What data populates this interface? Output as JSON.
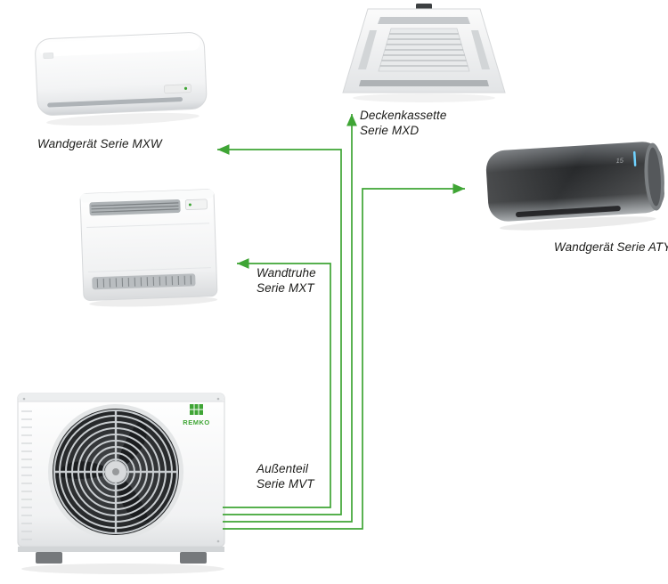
{
  "brand": "REMKO",
  "colors": {
    "connector_green": "#3fa535",
    "brand_green": "#3fa535",
    "aty_body_dark": "#2a2c2e",
    "aty_accent_blue": "#6fd2ff"
  },
  "units": {
    "mxw": {
      "label": "Wandgerät Serie MXW"
    },
    "mxd": {
      "lines": [
        "Deckenkassette",
        "Serie MXD"
      ]
    },
    "aty": {
      "label": "Wandgerät Serie ATY",
      "display": "15"
    },
    "mxt": {
      "lines": [
        "Wandtruhe",
        "Serie MXT"
      ]
    },
    "mvt": {
      "lines": [
        "Außenteil",
        "Serie MVT"
      ]
    }
  }
}
